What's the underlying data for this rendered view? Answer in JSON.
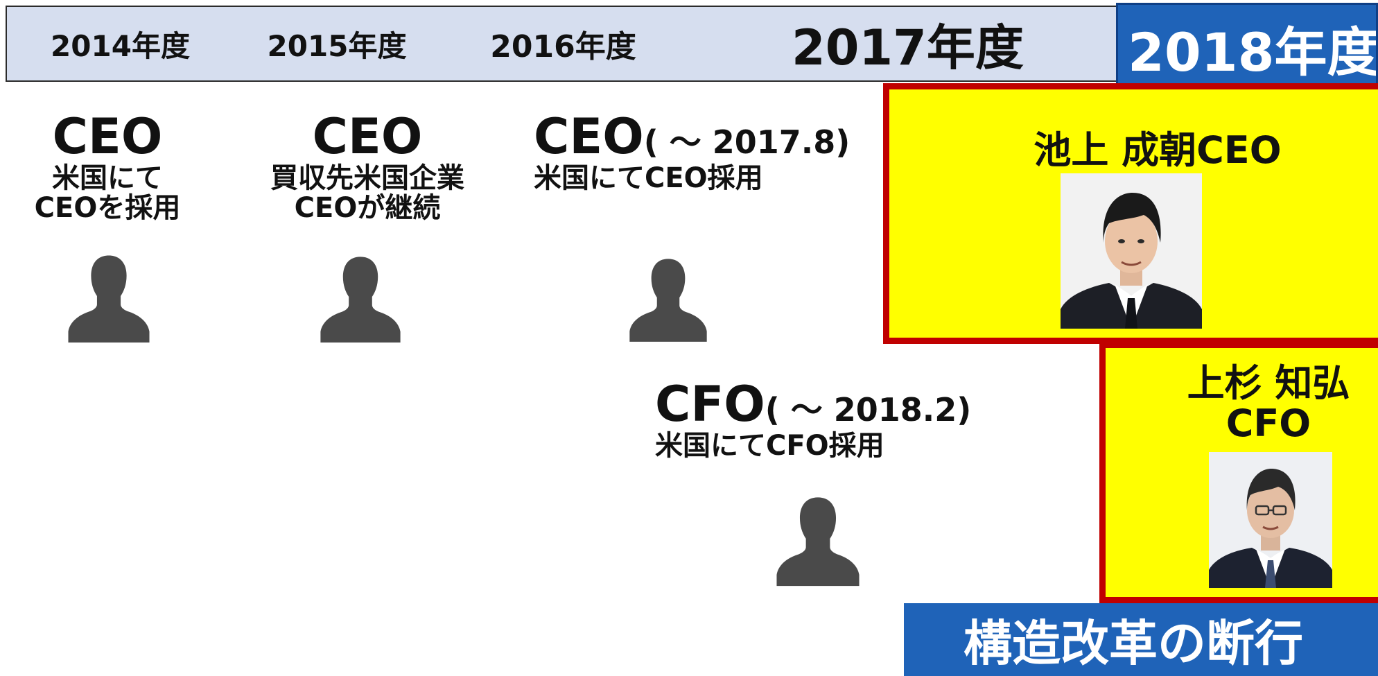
{
  "timeline": {
    "years": [
      "2014年度",
      "2015年度",
      "2016年度",
      "2017年度"
    ],
    "highlight_year": "2018年度"
  },
  "entries": {
    "fy2014": {
      "role": "CEO",
      "lines": [
        "米国にて",
        "CEOを採用"
      ]
    },
    "fy2015": {
      "role": "CEO",
      "lines": [
        "買収先米国企業",
        "CEOが継続"
      ]
    },
    "fy2016_ceo": {
      "role": "CEO",
      "period": "( ～ 2017.8)",
      "line": "米国にてCEO採用"
    },
    "fy2016_cfo": {
      "role": "CFO",
      "period": "( ～ 2018.2)",
      "line": "米国にてCFO採用"
    }
  },
  "highlight": {
    "ceo_name": "池上 成朝CEO",
    "cfo_name_line1": "上杉 知弘",
    "cfo_name_line2": "CFO"
  },
  "banner": {
    "text": "構造改革の断行"
  },
  "colors": {
    "header_bg": "#d6deef",
    "accent_blue": "#1f63b8",
    "highlight_yellow": "#ffff00",
    "highlight_border": "#c00000",
    "silhouette": "#4a4a4a"
  },
  "icons": [
    "person-silhouette-icon"
  ]
}
